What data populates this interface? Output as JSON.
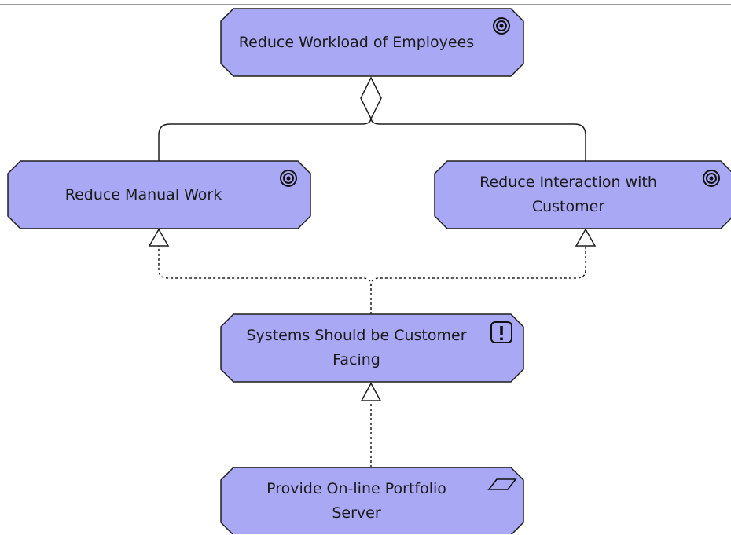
{
  "diagram": {
    "fill_color": "#a8a8f5",
    "stroke_color": "#1e1e1e",
    "nodes": [
      {
        "id": "reduce-workload",
        "label": "Reduce Workload of Employees",
        "kind": "goal",
        "icon": "goal-target-icon"
      },
      {
        "id": "reduce-manual-work",
        "label": "Reduce Manual Work",
        "kind": "goal",
        "icon": "goal-target-icon"
      },
      {
        "id": "reduce-interaction",
        "label": "Reduce Interaction with\nCustomer",
        "kind": "goal",
        "icon": "goal-target-icon"
      },
      {
        "id": "systems-customer-facing",
        "label": "Systems Should be Customer\nFacing",
        "kind": "principle",
        "icon": "exclamation-icon"
      },
      {
        "id": "online-portfolio-server",
        "label": "Provide On-line Portfolio\nServer",
        "kind": "requirement",
        "icon": "parallelogram-icon"
      }
    ],
    "edges": [
      {
        "type": "aggregation",
        "from": "reduce-manual-work",
        "to": "reduce-workload"
      },
      {
        "type": "aggregation",
        "from": "reduce-interaction",
        "to": "reduce-workload"
      },
      {
        "type": "realization",
        "from": "systems-customer-facing",
        "to": "reduce-manual-work"
      },
      {
        "type": "realization",
        "from": "systems-customer-facing",
        "to": "reduce-interaction"
      },
      {
        "type": "realization",
        "from": "online-portfolio-server",
        "to": "systems-customer-facing"
      }
    ]
  }
}
